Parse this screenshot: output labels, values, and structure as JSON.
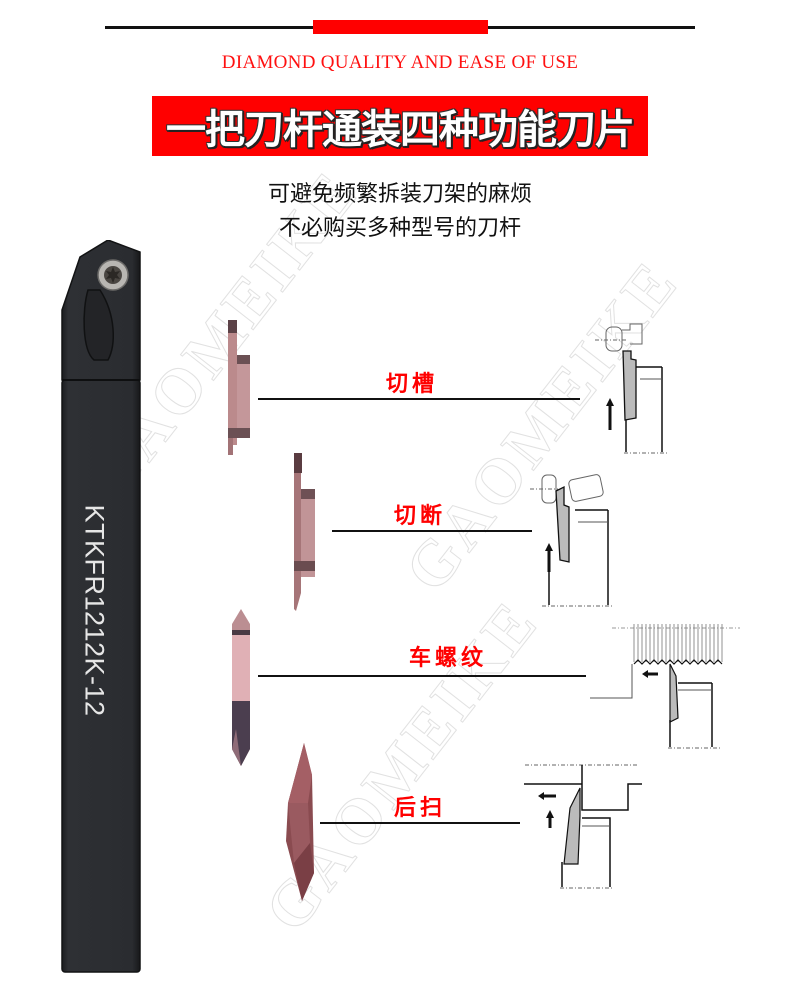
{
  "header": {
    "tagline": "DIAMOND QUALITY AND EASE OF USE",
    "title": "一把刀杆通装四种功能刀片",
    "description_lines": [
      "可避免频繁拆装刀架的麻烦",
      "不必购买多种型号的刀杆"
    ]
  },
  "shank": {
    "model": "KTKFR1212K-12",
    "color": "#2a2c2f"
  },
  "watermark": "GAOMEIKE",
  "operations": [
    {
      "label": "切槽",
      "icon": "grooving-diagram"
    },
    {
      "label": "切断",
      "icon": "parting-off-diagram"
    },
    {
      "label": "车螺纹",
      "icon": "threading-diagram"
    },
    {
      "label": "后扫",
      "icon": "back-turning-diagram"
    }
  ],
  "colors": {
    "accent_red": "#ff0000",
    "insert_rose": "#b98a8c",
    "insert_dark": "#5a3a3e"
  }
}
